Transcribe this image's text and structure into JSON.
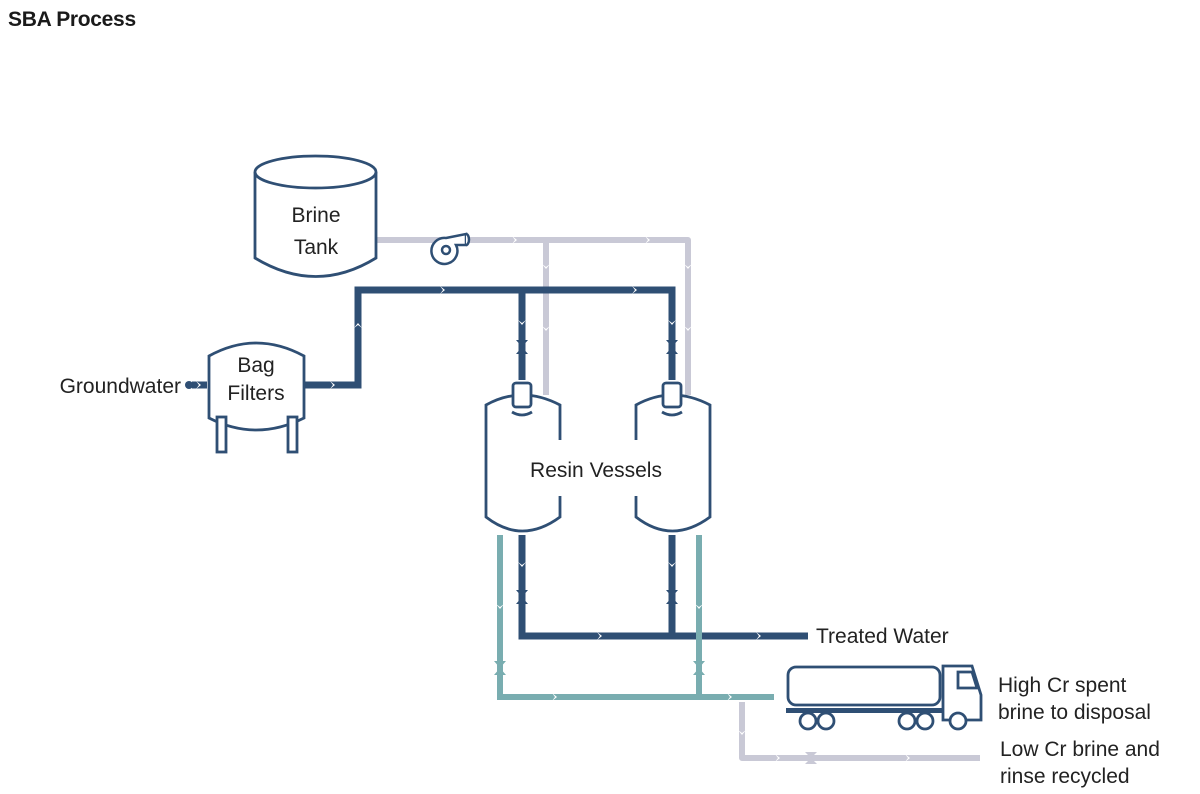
{
  "title": "SBA Process",
  "colors": {
    "process": "#2f4f74",
    "brine": "#c9c9d6",
    "spent": "#79adb0",
    "text": "#222222"
  },
  "labels": {
    "brine_tank": [
      "Brine",
      "Tank"
    ],
    "bag_filters": [
      "Bag",
      "Filters"
    ],
    "groundwater": "Groundwater",
    "resin_vessels": "Resin Vessels",
    "treated_water": "Treated Water",
    "high_cr": [
      "High Cr spent",
      "brine to disposal"
    ],
    "low_cr": [
      "Low Cr brine and",
      "rinse recycled"
    ]
  },
  "components": {
    "pump": "pump-icon",
    "valves": "valve-icon",
    "truck": "tanker-truck-icon"
  }
}
